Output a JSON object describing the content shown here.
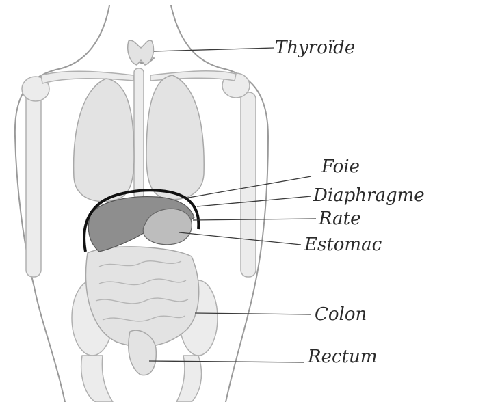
{
  "labels": {
    "thyroide": "Thyroïde",
    "foie": "Foie",
    "diaphragme": "Diaphragme",
    "rate": "Rate",
    "estomac": "Estomac",
    "colon": "Colon",
    "rectum": "Rectum"
  },
  "colors": {
    "ink": "#2a2a2a",
    "organ_fill": "#e3e3e3",
    "diaphragm_stroke": "#111111"
  }
}
